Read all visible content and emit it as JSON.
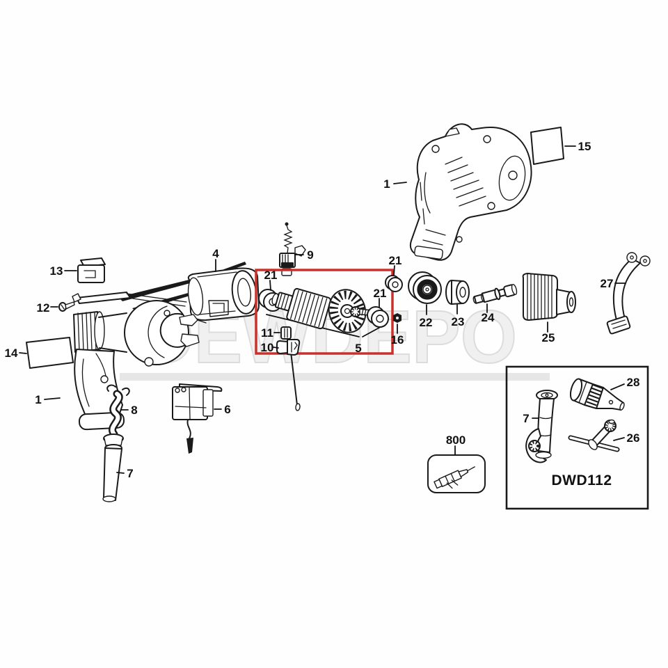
{
  "watermark": {
    "text": "DEWDEPO"
  },
  "colors": {
    "highlight": "#c9312b",
    "ink": "#1a1a1a",
    "watermark_fill": "#f0f0f0",
    "watermark_bar": "#e6e6e6"
  },
  "callouts": {
    "c13": "13",
    "c4": "4",
    "c9": "9",
    "c12": "12",
    "c14": "14",
    "c1_left": "1",
    "c8": "8",
    "c7_left": "7",
    "c6": "6",
    "c21_top": "21",
    "c21_left": "21",
    "c21_right": "21",
    "c5": "5",
    "c11": "11",
    "c10": "10",
    "c16": "16",
    "c22": "22",
    "c23": "23",
    "c24": "24",
    "c25": "25",
    "c27": "27",
    "c15": "15",
    "c1_top": "1",
    "c800": "800",
    "c7_kit": "7",
    "c28": "28",
    "c26": "26"
  },
  "kit_box": {
    "model": "DWD112"
  }
}
